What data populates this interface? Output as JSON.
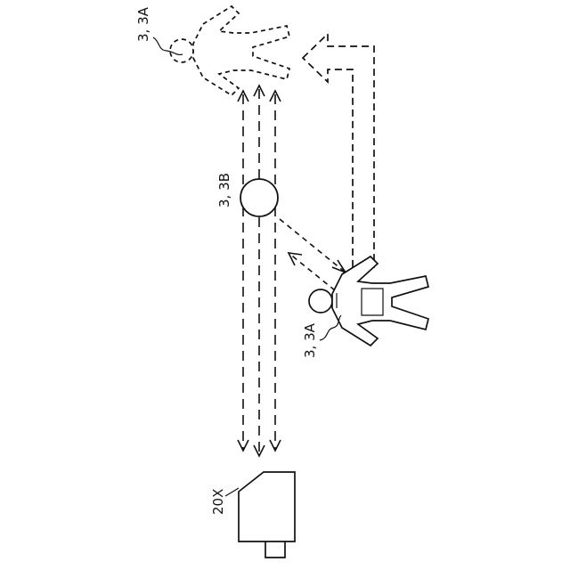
{
  "figure": {
    "background": "#ffffff",
    "line_color": "#111111",
    "labels": {
      "top_person": "3, 3A",
      "lens": "3, 3B",
      "right_person": "3, 3A",
      "device": "20X"
    }
  }
}
